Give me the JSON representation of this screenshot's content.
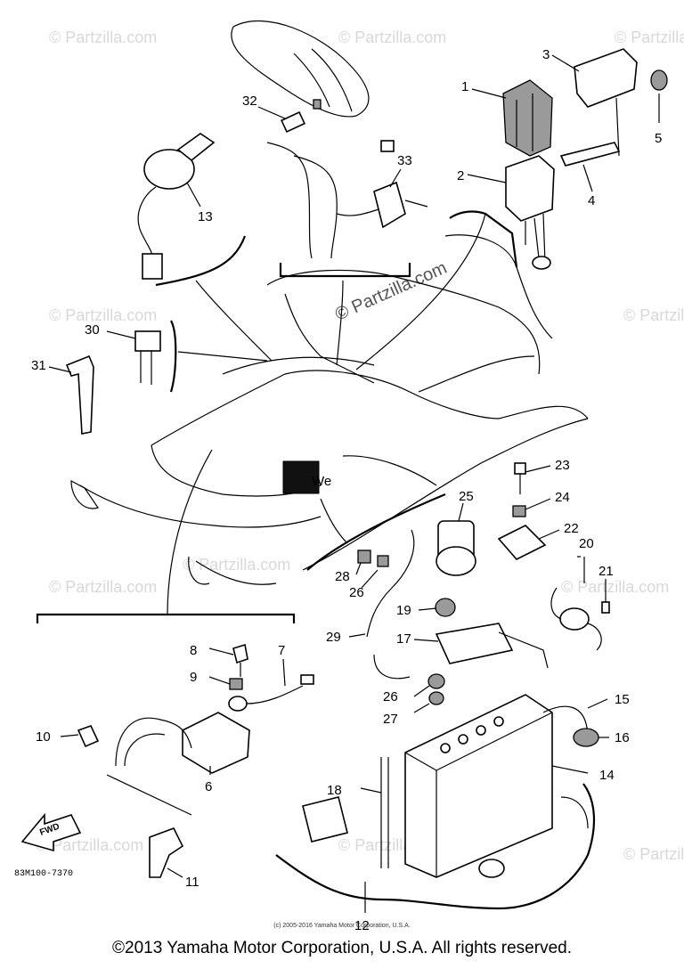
{
  "watermarks": {
    "tile_text": "© Partzilla.com",
    "center_text": "© Partzilla.com",
    "faint_text": "We"
  },
  "callouts": [
    "1",
    "2",
    "3",
    "4",
    "5",
    "6",
    "7",
    "8",
    "9",
    "10",
    "11",
    "12",
    "13",
    "14",
    "15",
    "16",
    "17",
    "18",
    "19",
    "20",
    "21",
    "22",
    "23",
    "24",
    "25",
    "26",
    "26",
    "27",
    "28",
    "29",
    "30",
    "31",
    "32",
    "33"
  ],
  "drawing_code": "83M100-7370",
  "fwd_label": "FWD",
  "small_copyright": "(c) 2005-2016 Yamaha Motor Corporation, U.S.A.",
  "copyright": "©2013 Yamaha Motor Corporation, U.S.A. All rights reserved."
}
